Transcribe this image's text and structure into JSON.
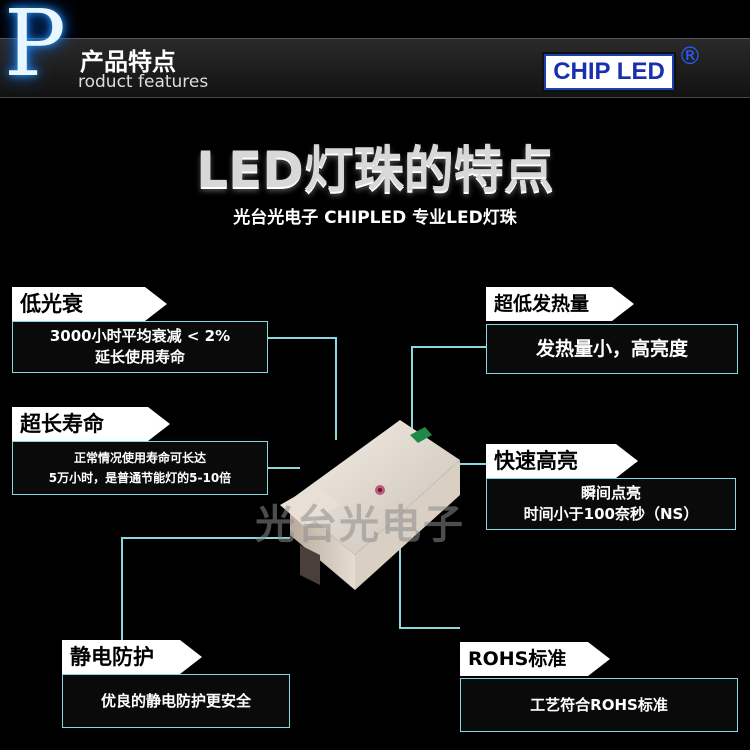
{
  "header": {
    "logo_letter": "P",
    "title_cn": "产品特点",
    "title_en": "roduct features",
    "brand": "CHIP LED",
    "registered": "®"
  },
  "title": "LED灯珠的特点",
  "subtitle": "光台光电子 CHIPLED 专业LED灯珠",
  "features": [
    {
      "label": "低光衰",
      "lines": [
        "3000小时平均衰减 < 2%",
        "延长使用寿命"
      ]
    },
    {
      "label": "超长寿命",
      "lines": [
        "正常情况使用寿命可长达",
        "5万小时，是普通节能灯的5-10倍"
      ]
    },
    {
      "label": "静电防护",
      "lines": [
        "优良的静电防护更安全"
      ]
    },
    {
      "label": "超低发热量",
      "lines": [
        "发热量小，高亮度"
      ]
    },
    {
      "label": "快速高亮",
      "lines": [
        "瞬间点亮",
        "时间小于100奈秒（NS）"
      ]
    },
    {
      "label": "ROHS标准",
      "lines": [
        "工艺符合ROHS标准"
      ]
    }
  ],
  "watermark": "光台光电子",
  "colors": {
    "line": "#8ad7e0",
    "background": "#000000",
    "brand_blue": "#1a2fae"
  }
}
